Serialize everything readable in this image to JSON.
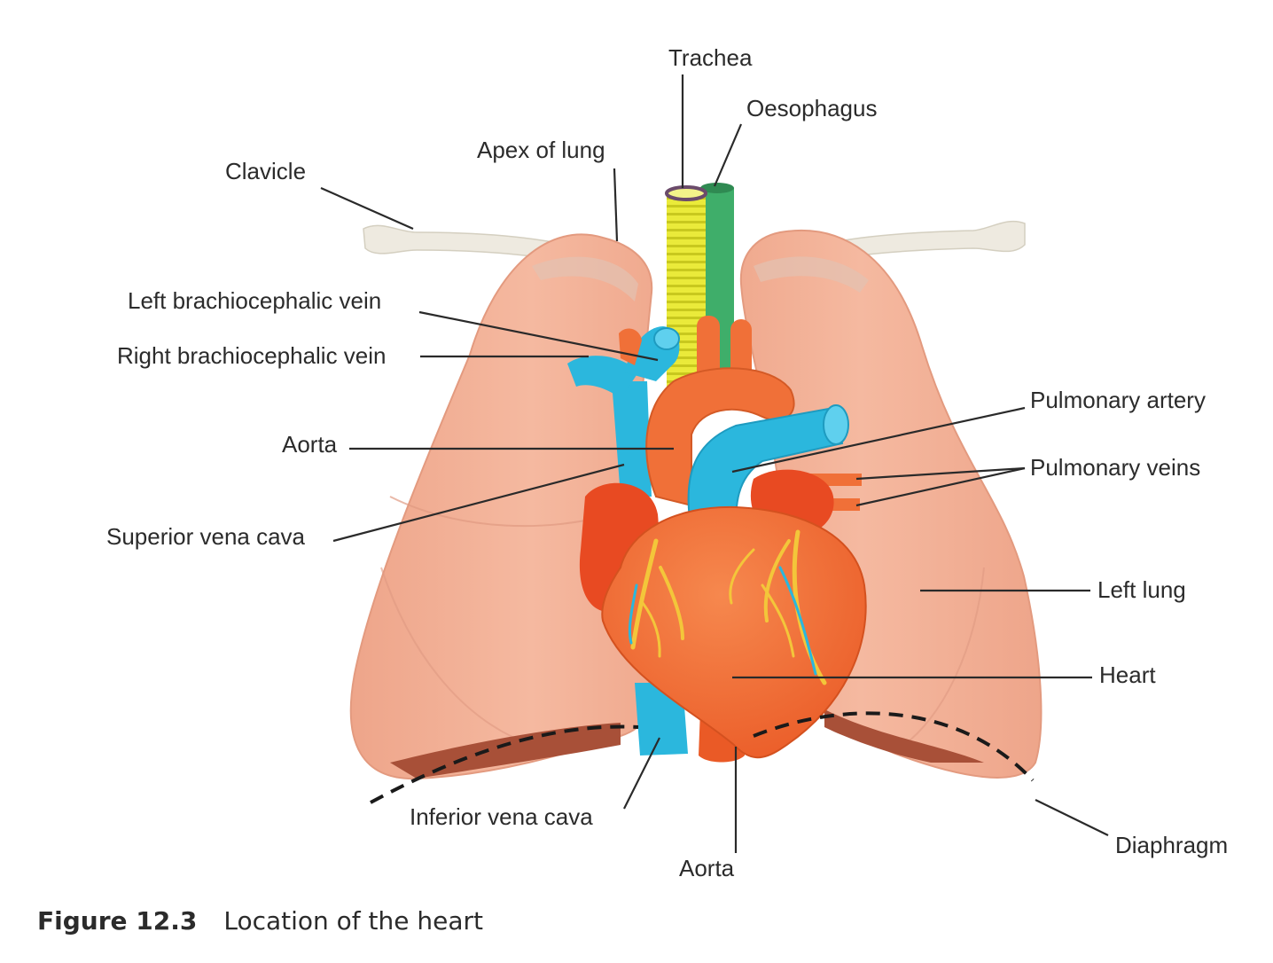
{
  "labels": {
    "trachea": "Trachea",
    "oesophagus": "Oesophagus",
    "apex_of_lung": "Apex of lung",
    "clavicle": "Clavicle",
    "left_brachiocephalic_vein": "Left brachiocephalic vein",
    "right_brachiocephalic_vein": "Right brachiocephalic vein",
    "aorta_upper": "Aorta",
    "superior_vena_cava": "Superior vena cava",
    "pulmonary_artery": "Pulmonary artery",
    "pulmonary_veins": "Pulmonary veins",
    "left_lung": "Left lung",
    "heart": "Heart",
    "inferior_vena_cava": "Inferior vena cava",
    "aorta_lower": "Aorta",
    "diaphragm": "Diaphragm"
  },
  "caption": {
    "number": "Figure 12.3",
    "text": "Location of the heart"
  },
  "colors": {
    "lung": "#f2b096",
    "heart": "#f07038",
    "atrium": "#e84a22",
    "vein_blue": "#2bb7dd",
    "trachea_yellow": "#e6e632",
    "oesophagus_green": "#3fae6a",
    "clavicle": "#ece8dc"
  }
}
